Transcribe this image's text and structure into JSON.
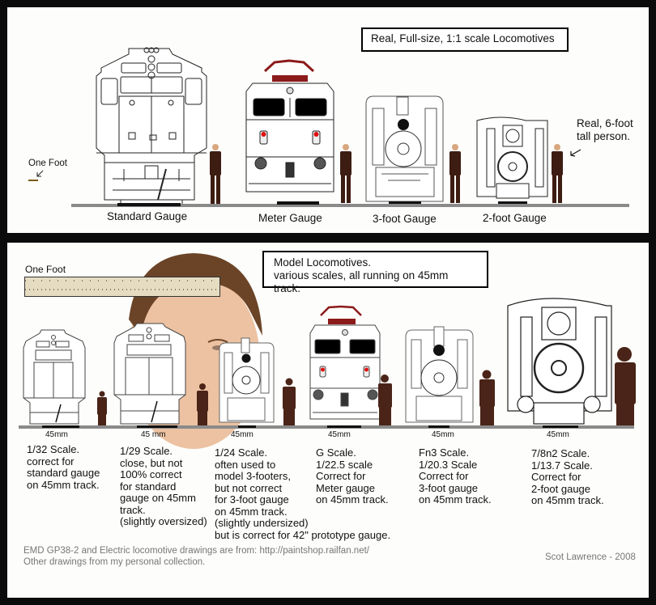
{
  "top_panel": {
    "title": "Real, Full-size, 1:1 scale Locomotives",
    "one_foot_label": "One Foot",
    "person_note": "Real, 6-foot\ntall person.",
    "captions": [
      "Standard Gauge",
      "Meter Gauge",
      "3-foot Gauge",
      "2-foot Gauge"
    ],
    "colors": {
      "suit": "#3d1c12",
      "one_foot_bar": "#7a5a12",
      "rail": "#8a8a8a",
      "pantograph": "#8b1a1a",
      "lamp": "#e01010"
    }
  },
  "bottom_panel": {
    "title_line1": "Model Locomotives.",
    "title_line2": "various scales, all running on 45mm track.",
    "one_foot_label": "One Foot",
    "gauge_labels": [
      "45mm",
      "45 mm",
      "45mm",
      "45mm",
      "45mm",
      "45mm"
    ],
    "scales": [
      {
        "text": "1/32 Scale.\ncorrect for\nstandard gauge\non 45mm track."
      },
      {
        "text": "1/29 Scale.\nclose, but not\n100% correct\nfor standard\ngauge on 45mm\ntrack.\n(slightly oversized)"
      },
      {
        "text": "1/24 Scale.\noften used to\nmodel 3-footers,\nbut not correct\nfor 3-foot gauge\non 45mm track.\n(slightly undersized)\nbut is correct for 42\" prototype gauge."
      },
      {
        "text": "G Scale.\n1/22.5 scale\nCorrect for\nMeter gauge\non 45mm track."
      },
      {
        "text": "Fn3 Scale.\n1/20.3 Scale\nCorrect for\n3-foot gauge\non 45mm track."
      },
      {
        "text": "7/8n2 Scale.\n1/13.7 Scale.\nCorrect for\n2-foot gauge\non 45mm track."
      }
    ],
    "credits": "EMD GP38-2 and Electric locomotive drawings are from: http://paintshop.railfan.net/\nOther drawings from my personal collection.",
    "author": "Scot Lawrence - 2008",
    "colors": {
      "silhouette": "#4a2418",
      "ruler": "#e6dcc2",
      "skin": "#e8b896",
      "hair": "#6b4428"
    }
  }
}
